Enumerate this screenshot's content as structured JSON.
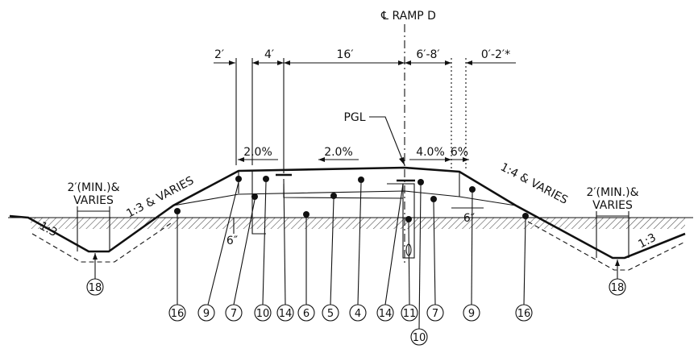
{
  "ramp_label": "℄ RAMP D",
  "dimensions": [
    "2′",
    "4′",
    "16′",
    "6′-8′",
    "0′-2′*"
  ],
  "slopes": [
    "2.0%",
    "2.0%",
    "4.0%",
    "6%"
  ],
  "pgl": "PGL",
  "side_slope_left": "1:3 & VARIES",
  "side_slope_right": "1:4 & VARIES",
  "ditch_slope_left": "1:3",
  "ditch_slope_right": "1:3",
  "ditch_note_left": [
    "2′(MIN.)&",
    "VARIES"
  ],
  "ditch_note_right": [
    "2′(MIN.)&",
    "VARIES"
  ],
  "thickness_left": "6″",
  "thickness_right": "6″",
  "callouts_bottom": [
    "16",
    "9",
    "7",
    "10",
    "14",
    "6",
    "5",
    "4",
    "14",
    "11",
    "7",
    "9",
    "16"
  ],
  "callout_extra": "10",
  "callout_ditch_left": "18",
  "callout_ditch_right": "18"
}
